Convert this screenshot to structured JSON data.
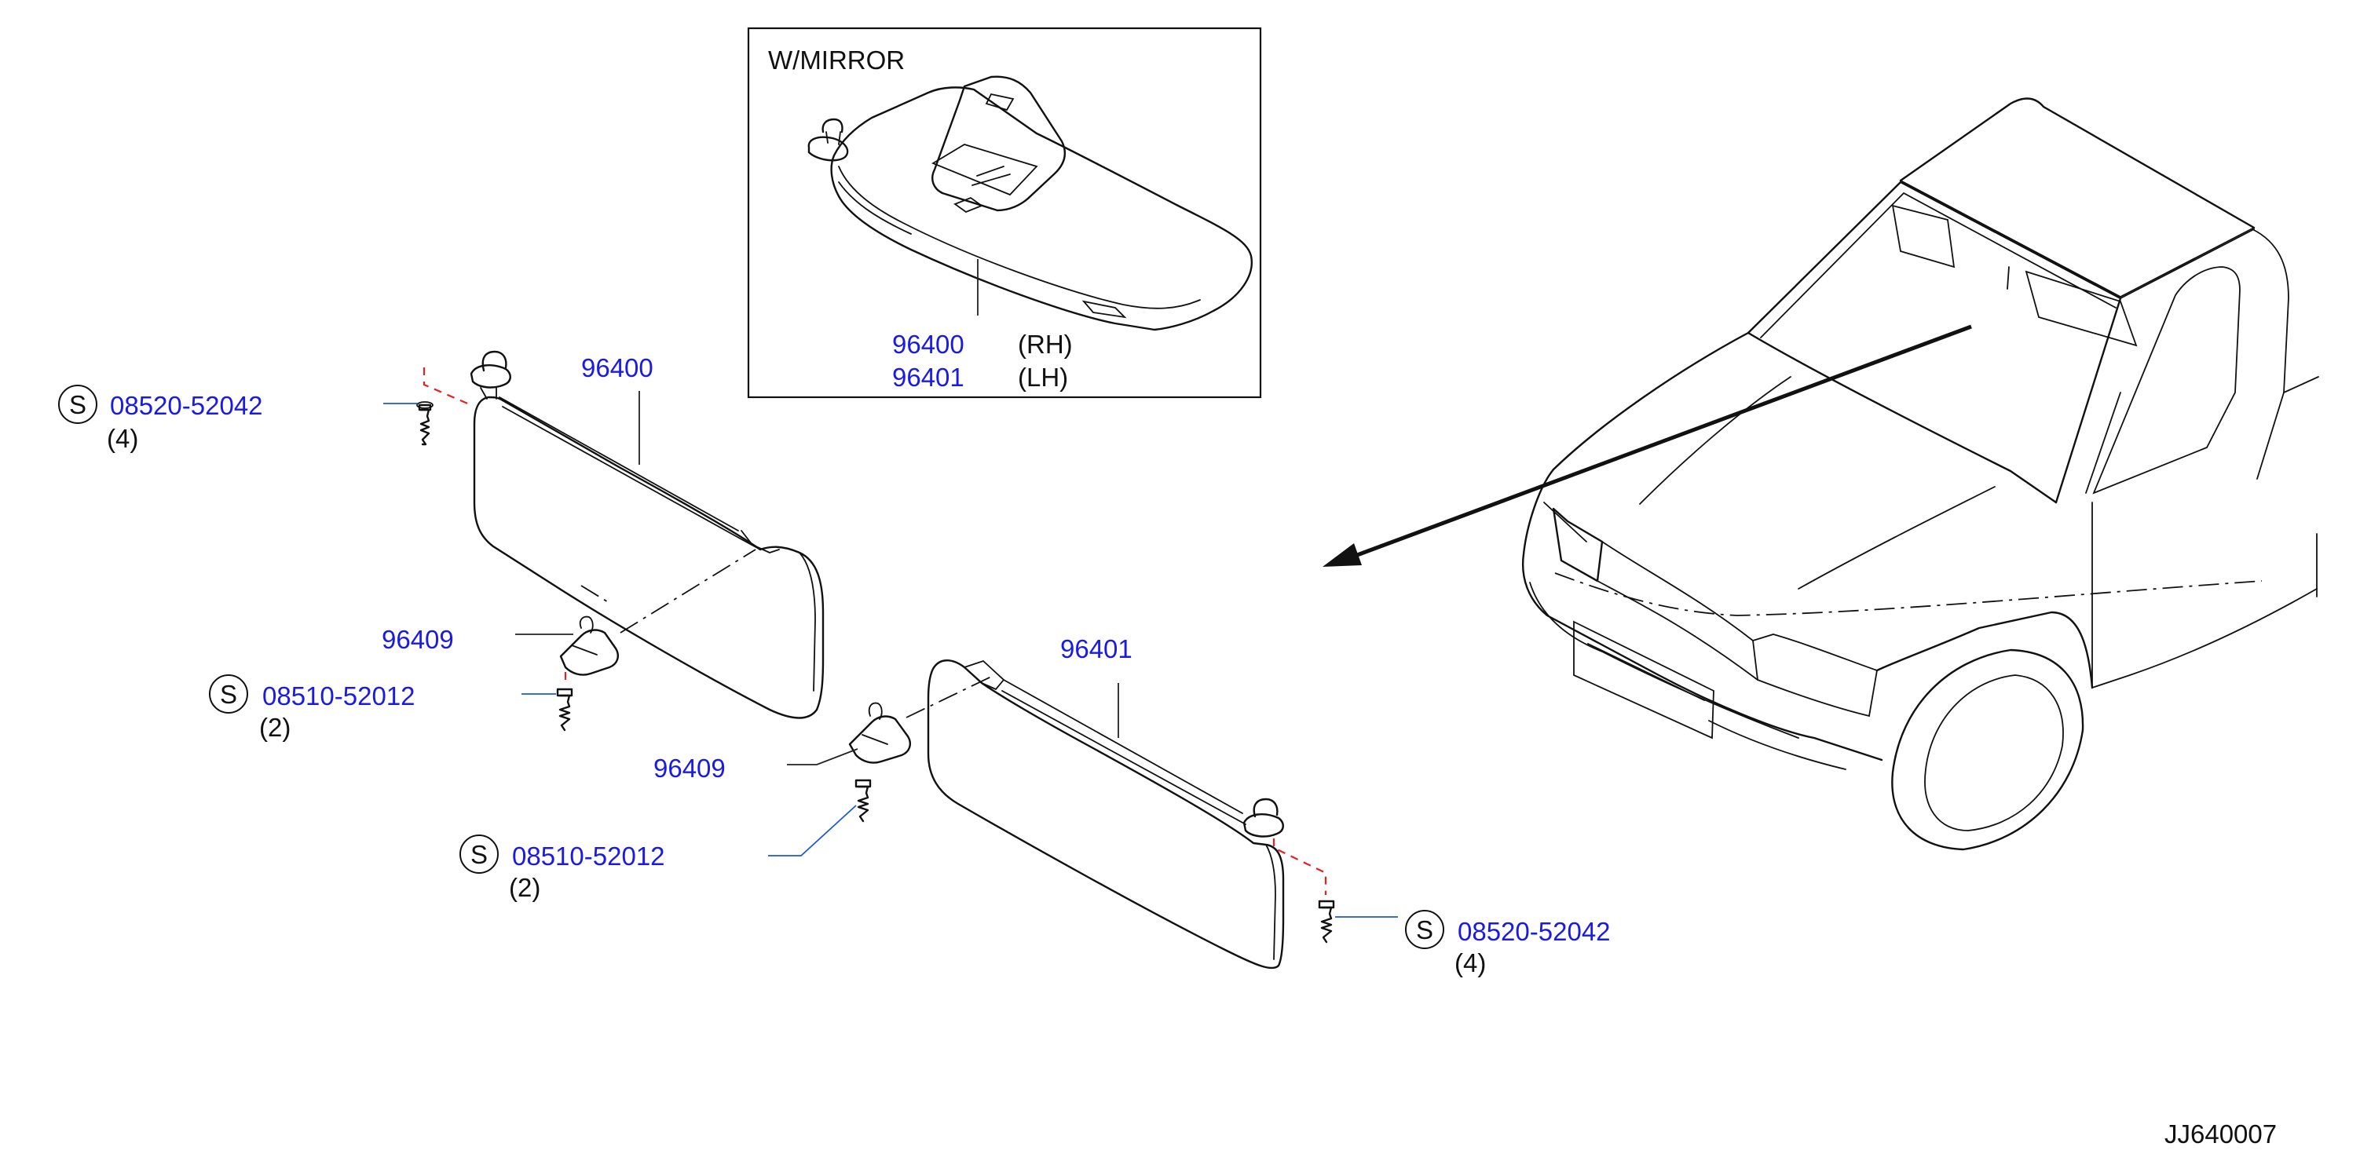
{
  "inset": {
    "title": "W/MIRROR",
    "rh_number": "96400",
    "rh_suffix": "(RH)",
    "lh_number": "96401",
    "lh_suffix": "(LH)"
  },
  "callouts": {
    "visor_rh": "96400",
    "visor_lh": "96401",
    "holder_upper": "96409",
    "holder_lower": "96409",
    "screw_top_left": {
      "symbol": "S",
      "part": "08520-52042",
      "qty": "(4)"
    },
    "screw_mid_left": {
      "symbol": "S",
      "part": "08510-52012",
      "qty": "(2)"
    },
    "screw_lower_mid": {
      "symbol": "S",
      "part": "08510-52012",
      "qty": "(2)"
    },
    "screw_right": {
      "symbol": "S",
      "part": "08520-52042",
      "qty": "(4)"
    }
  },
  "diagram_code": "JJ640007",
  "colors": {
    "part_number": "#1a1ae6",
    "line": "#111111",
    "blue_leader": "#1a5ad6",
    "red_dashed": "#e52020"
  }
}
